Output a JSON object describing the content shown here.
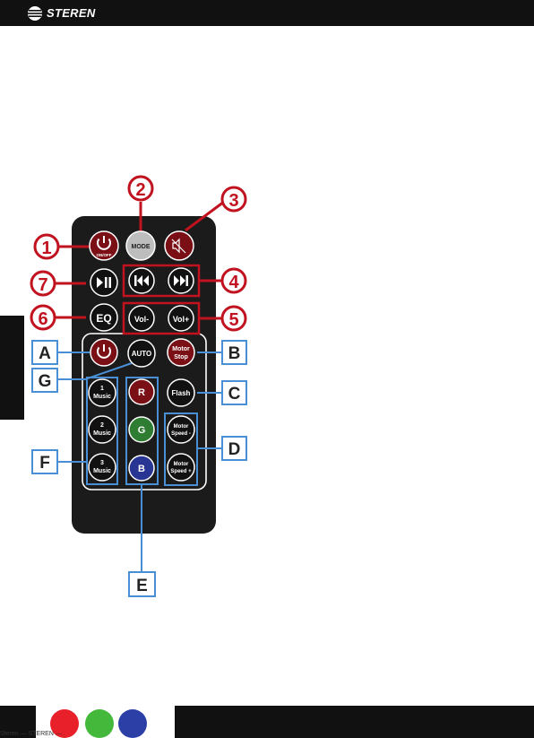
{
  "header": {
    "brand": "STEREN"
  },
  "colors": {
    "red_callout": "#c1121f",
    "blue_callout": "#4a8fd6",
    "dot_red": "#e8202a",
    "dot_green": "#43b83a",
    "dot_blue": "#2b3fa6"
  },
  "remote": {
    "buttons": {
      "power_label": "ON/OFF",
      "mode": "MODE",
      "mute_icon": "mute-icon",
      "play_pause_icon": "play-pause-icon",
      "prev_icon": "previous-track-icon",
      "next_icon": "next-track-icon",
      "eq": "EQ",
      "vol_minus": "Vol-",
      "vol_plus": "Vol+",
      "light_power_icon": "power-icon",
      "auto": "AUTO",
      "motor_stop_1": "Motor",
      "motor_stop_2": "Stop",
      "music1_num": "1",
      "music1_word": "Music",
      "music2_num": "2",
      "music2_word": "Music",
      "music3_num": "3",
      "music3_word": "Music",
      "r": "R",
      "g": "G",
      "b": "B",
      "flash": "Flash",
      "speed_minus_1": "Motor",
      "speed_minus_2": "Speed -",
      "speed_plus_1": "Motor",
      "speed_plus_2": "Speed +"
    }
  },
  "callouts": {
    "numbered": [
      "1",
      "2",
      "3",
      "4",
      "5",
      "6",
      "7"
    ],
    "lettered": [
      "A",
      "B",
      "C",
      "D",
      "E",
      "F",
      "G"
    ]
  },
  "footer": {
    "text": "Steren — STEREN — ."
  }
}
